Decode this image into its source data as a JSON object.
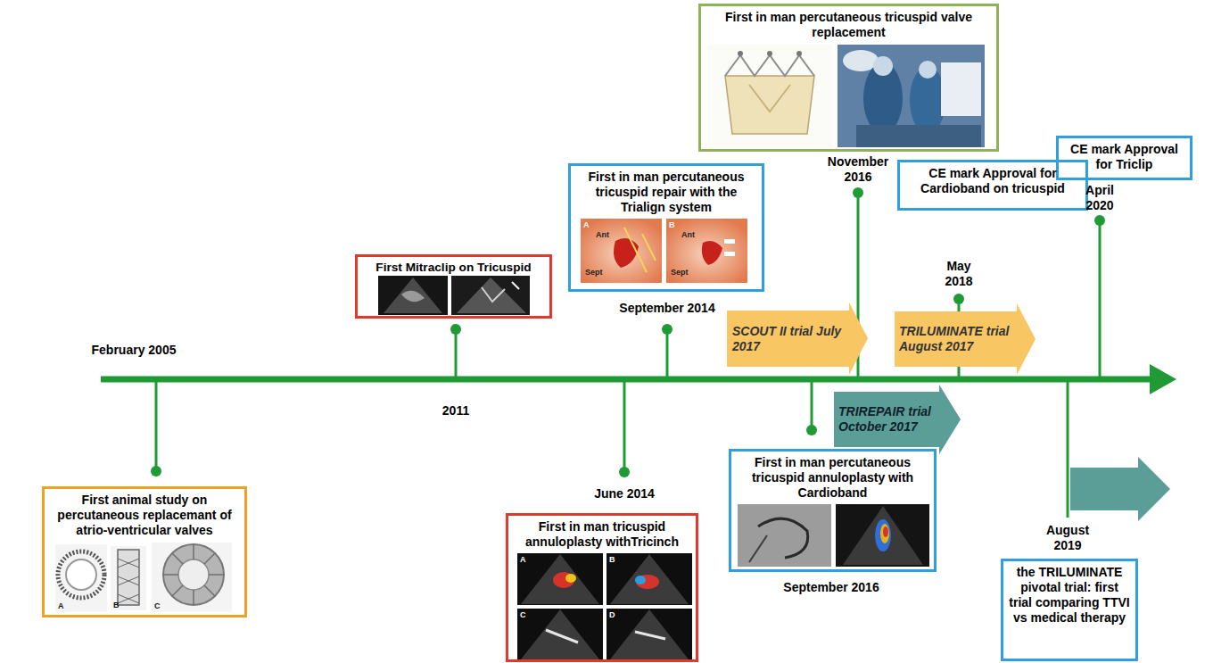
{
  "diagram": {
    "nodes": [
      {
        "text": [
          "First animal study on percutaneous replacemant of atrio-ventricular valves"
        ]
      },
      {
        "text": [
          "First Mitraclip on Tricuspid"
        ]
      },
      {
        "text": [
          "First in man percutaneous tricuspid repair with the Trialign system"
        ]
      },
      {
        "text": [
          "First in man percutaneous tricuspid valve replacement"
        ]
      },
      {
        "text": [
          "CE mark Approval for Triclip"
        ]
      },
      {
        "text": [
          "CE mark Approval for Cardioband on tricuspid"
        ]
      },
      {
        "text": [
          "First in man tricuspid annuloplasty withTricinch"
        ]
      },
      {
        "text": [
          "First in man percutaneous tricuspid annuloplasty with Cardioband"
        ]
      },
      {
        "text": [
          "the TRILUMINATE pivotal trial: first trial comparing TTVI vs medical therapy"
        ]
      },
      {
        "text": [
          "SCOUT II trial July 2017"
        ]
      },
      {
        "text": [
          "TRILUMINATE trial August 2017"
        ]
      },
      {
        "text": [
          "TRIREPAIR trial October 2017"
        ]
      }
    ],
    "labels": [
      "February 2005",
      "2011",
      "June 2014",
      "September 2014",
      "September 2016",
      "November 2016",
      "May 2018",
      "August 2019",
      "April 2020",
      "A",
      "B",
      "C",
      "A",
      "Ant",
      "Sept",
      "B",
      "Ant",
      "Sept",
      "A",
      "B",
      "C",
      "D"
    ]
  }
}
